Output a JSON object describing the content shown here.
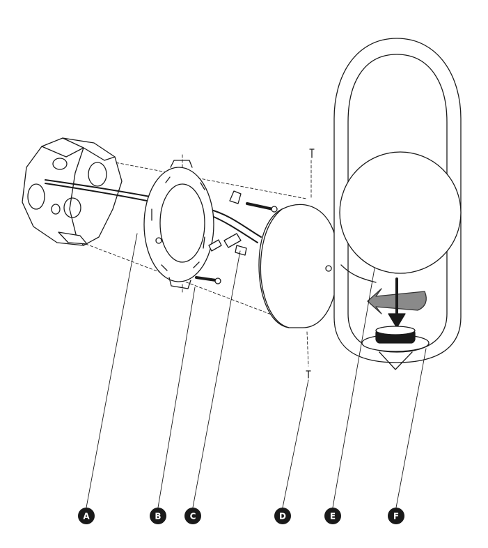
{
  "callouts": [
    {
      "id": "A",
      "label": "A"
    },
    {
      "id": "B",
      "label": "B"
    },
    {
      "id": "C",
      "label": "C"
    },
    {
      "id": "D",
      "label": "D"
    },
    {
      "id": "E",
      "label": "E"
    },
    {
      "id": "F",
      "label": "F"
    }
  ],
  "colors": {
    "line": "#1a1a1a",
    "callout_fill": "#1a1a1a",
    "arrow_gray": "#8a8a8a",
    "background": "#ffffff"
  }
}
